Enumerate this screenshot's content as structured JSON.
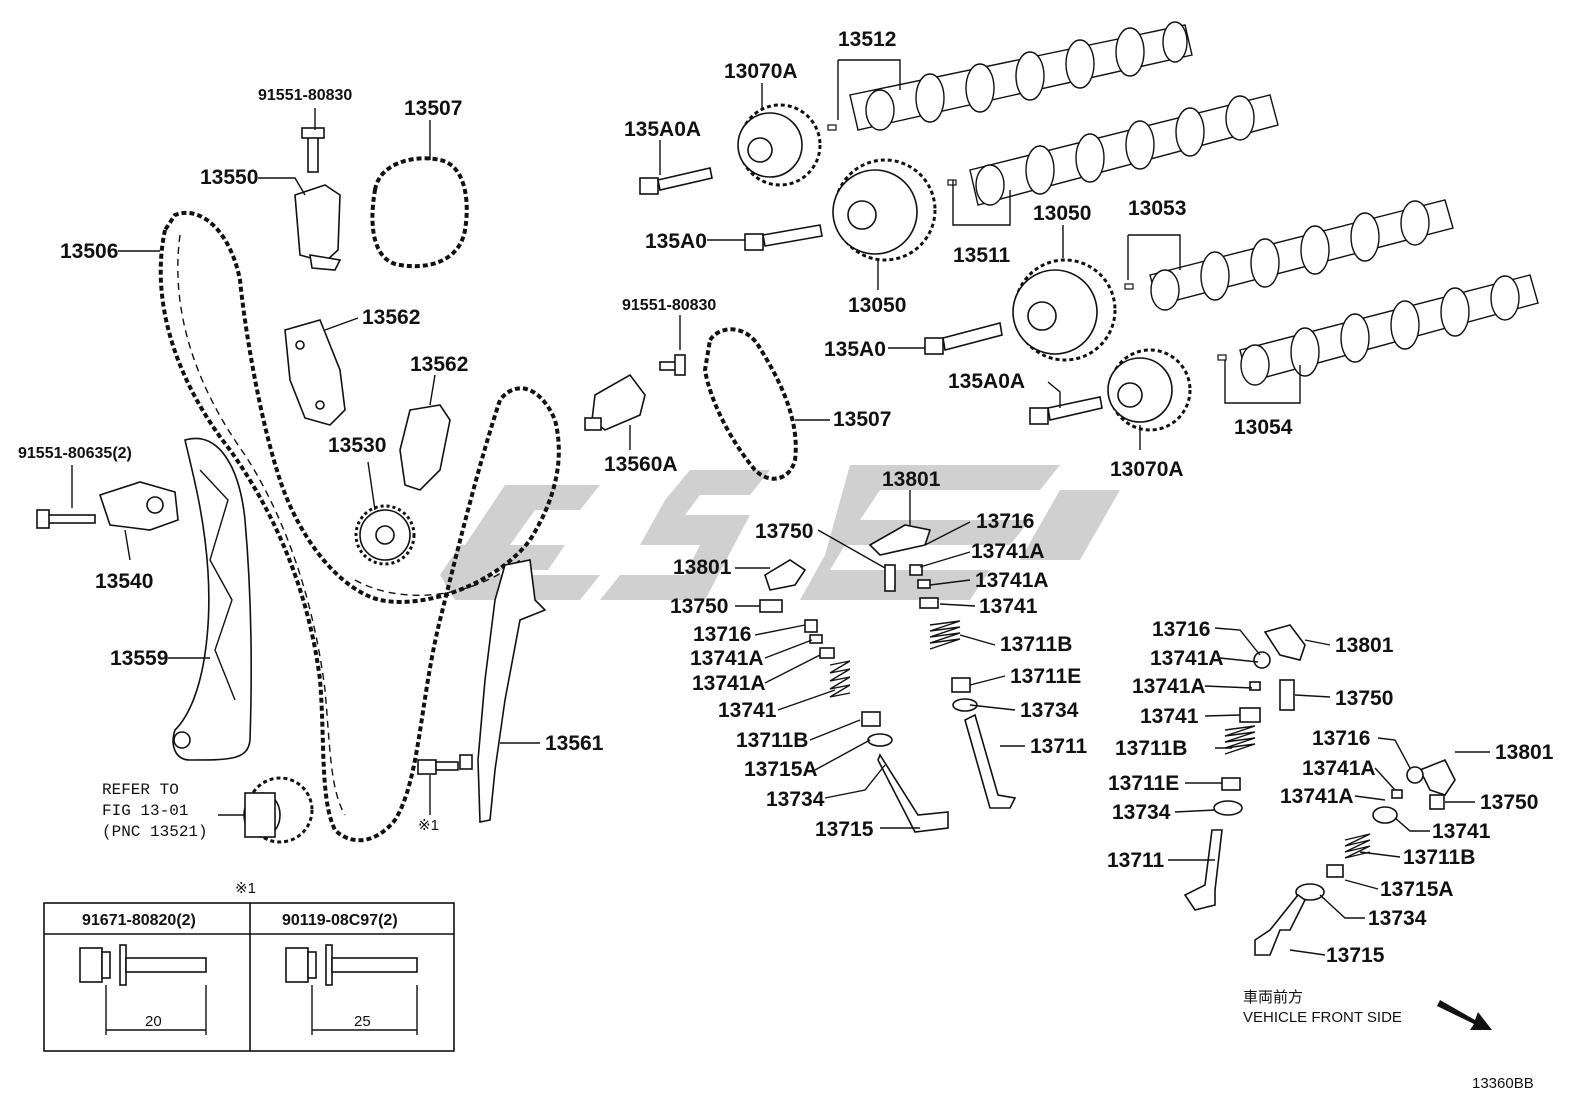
{
  "labels": {
    "l_91551_80830_a": "91551-80830",
    "l_13507_a": "13507",
    "l_13550": "13550",
    "l_13506": "13506",
    "l_13562_a": "13562",
    "l_13562_b": "13562",
    "l_13530": "13530",
    "l_91551_80635": "91551-80635(2)",
    "l_13540": "13540",
    "l_13559": "13559",
    "l_13561": "13561",
    "l_refer1": "REFER TO",
    "l_refer2": "FIG 13-01",
    "l_refer3": "(PNC 13521)",
    "l_star1": "※1",
    "l_13512": "13512",
    "l_13070A_a": "13070A",
    "l_135A0A_a": "135A0A",
    "l_135A0_a": "135A0",
    "l_13050_a": "13050",
    "l_13511": "13511",
    "l_13050_b": "13050",
    "l_13053": "13053",
    "l_135A0_b": "135A0",
    "l_135A0A_b": "135A0A",
    "l_13070A_b": "13070A",
    "l_13054": "13054",
    "l_91551_80830_b": "91551-80830",
    "l_13507_b": "13507",
    "l_13560A": "13560A",
    "l_13801_a": "13801",
    "l_13750_a": "13750",
    "l_13716_a": "13716",
    "l_13741A_a": "13741A",
    "l_13801_b": "13801",
    "l_13741A_b": "13741A",
    "l_13750_b": "13750",
    "l_13741_a": "13741",
    "l_13716_b": "13716",
    "l_13711B_a": "13711B",
    "l_13741A_c": "13741A",
    "l_13711E_a": "13711E",
    "l_13741A_d": "13741A",
    "l_13734_a": "13734",
    "l_13741_b": "13741",
    "l_13711_a": "13711",
    "l_13711B_b": "13711B",
    "l_13715A_a": "13715A",
    "l_13734_b": "13734",
    "l_13715_a": "13715",
    "l_13716_c": "13716",
    "l_13801_c": "13801",
    "l_13741A_e": "13741A",
    "l_13741A_f": "13741A",
    "l_13750_c": "13750",
    "l_13741_c": "13741",
    "l_13711B_c": "13711B",
    "l_13716_d": "13716",
    "l_13801_d": "13801",
    "l_13711E_b": "13711E",
    "l_13741A_g": "13741A",
    "l_13734_c": "13734",
    "l_13741A_h": "13741A",
    "l_13750_d": "13750",
    "l_13741_d": "13741",
    "l_13711_b": "13711",
    "l_13711B_d": "13711B",
    "l_13715A_b": "13715A",
    "l_13734_d": "13734",
    "l_13715_b": "13715"
  },
  "table": {
    "star": "※1",
    "col1_part": "91671-80820(2)",
    "col2_part": "90119-08C97(2)",
    "col1_dim": "20",
    "col2_dim": "25"
  },
  "orientation": {
    "japanese": "車両前方",
    "english": "VEHICLE FRONT SIDE"
  },
  "figure_id": "13360BB",
  "watermark_color": "#c8c8c8"
}
